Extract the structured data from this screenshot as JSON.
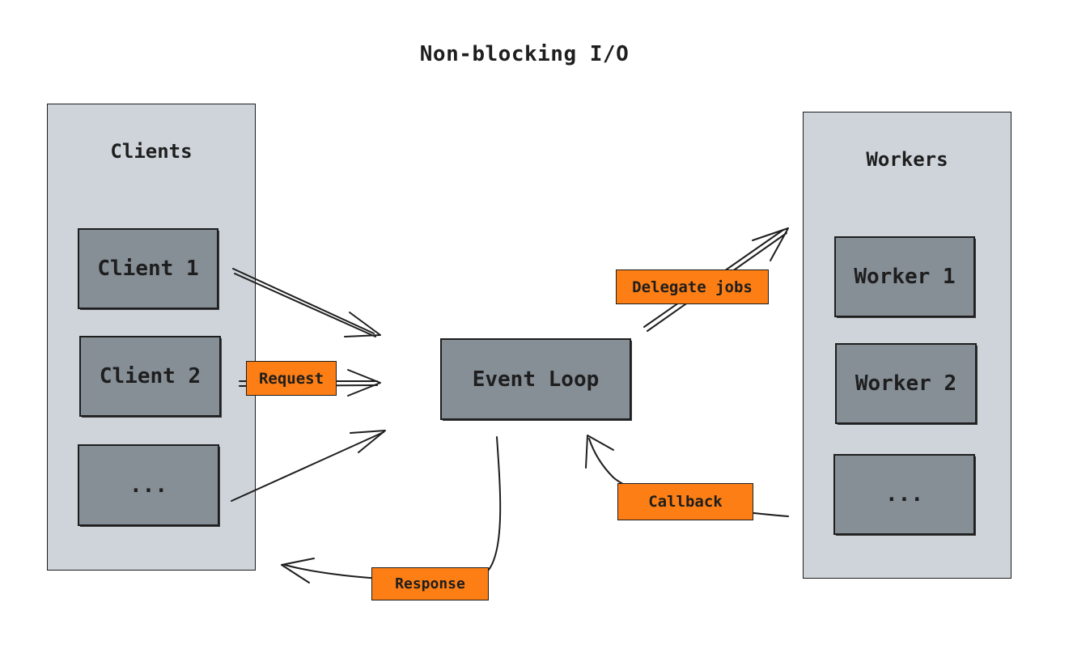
{
  "diagram": {
    "title": "Non-blocking I/O",
    "clients": {
      "title": "Clients",
      "items": [
        "Client 1",
        "Client 2",
        "..."
      ]
    },
    "workers": {
      "title": "Workers",
      "items": [
        "Worker 1",
        "Worker 2",
        "..."
      ]
    },
    "event_loop": "Event Loop",
    "edges": {
      "request": "Request",
      "response": "Response",
      "delegate": "Delegate jobs",
      "callback": "Callback"
    }
  },
  "colors": {
    "panel": "#ced4da",
    "node": "#868e96",
    "label": "#fd7e14",
    "stroke": "#1e1e1e"
  }
}
